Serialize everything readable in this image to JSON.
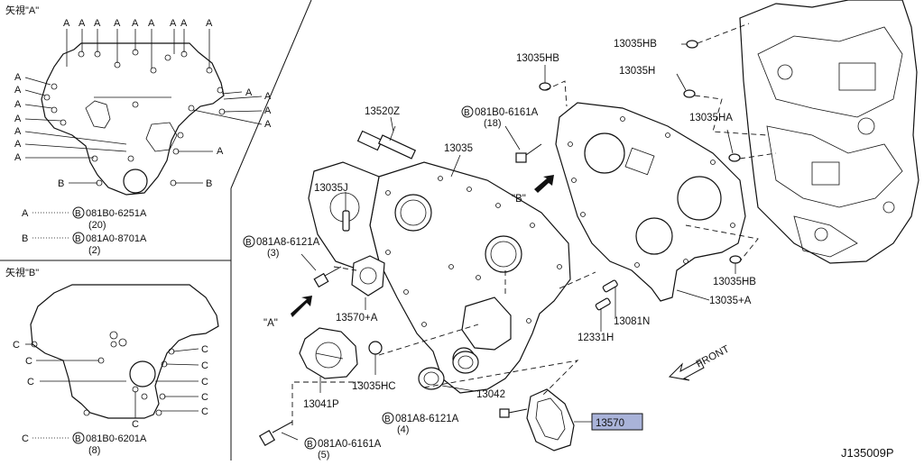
{
  "view_a": {
    "title": "矢視\"A\"",
    "letter_a": "A",
    "letter_b": "B",
    "legend": [
      {
        "key": "A",
        "bolt": "081B0-6251A",
        "qty": "(20)"
      },
      {
        "key": "B",
        "bolt": "081A0-8701A",
        "qty": "(2)"
      }
    ]
  },
  "view_b": {
    "title": "矢視\"B\"",
    "letter_c": "C",
    "legend": [
      {
        "key": "C",
        "bolt": "081B0-6201A",
        "qty": "(8)"
      }
    ]
  },
  "circle_b": "B",
  "parts": {
    "p13520Z": "13520Z",
    "p13035": "13035",
    "p13035J": "13035J",
    "b081A8_6121A_top": "081A8-6121A",
    "b081A8_6121A_top_qty": "(3)",
    "p13570A": "13570+A",
    "view_a_arrow": "\"A\"",
    "view_b_arrow": "\"B\"",
    "p13041P": "13041P",
    "p13035HC": "13035HC",
    "p13042": "13042",
    "b081A8_6121A_bottom": "081A8-6121A",
    "b081A8_6121A_bottom_qty": "(4)",
    "b081A0_6161A": "081A0-6161A",
    "b081A0_6161A_qty": "(5)",
    "p13570": "13570",
    "b081B0_6161A": "081B0-6161A",
    "b081B0_6161A_qty": "(18)",
    "p13035HB_top": "13035HB",
    "p13035HB_right": "13035HB",
    "p13035H": "13035H",
    "p13035HA": "13035HA",
    "p13035HB_lower": "13035HB",
    "p13035A": "13035+A",
    "p13081N": "13081N",
    "p12331H": "12331H",
    "front": "FRONT"
  },
  "diagram_id": "J135009P",
  "colors": {
    "highlight": "#a9b3d9",
    "ink": "#111111"
  }
}
